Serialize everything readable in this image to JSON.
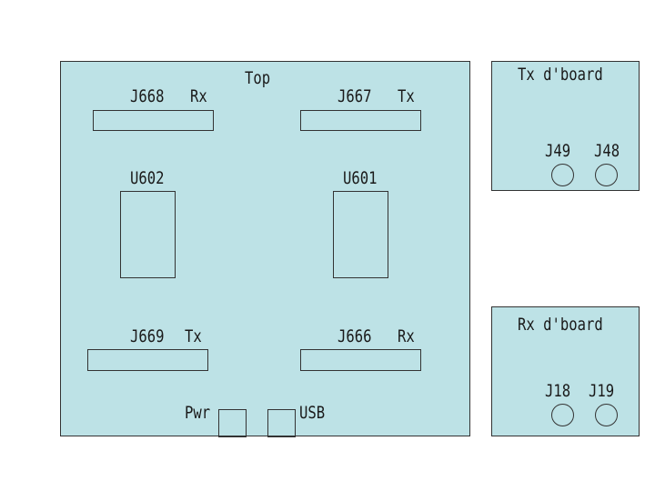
{
  "colors": {
    "board_fill": "#bde2e6",
    "outline": "#333333",
    "text": "#1a1a1a"
  },
  "main_board": {
    "title": "Top",
    "j668": "J668",
    "j668_dir": "Rx",
    "j667": "J667",
    "j667_dir": "Tx",
    "u602": "U602",
    "u601": "U601",
    "j669": "J669",
    "j669_dir": "Tx",
    "j666": "J666",
    "j666_dir": "Rx",
    "pwr": "Pwr",
    "usb": "USB"
  },
  "tx_board": {
    "title": "Tx d'board",
    "j49": "J49",
    "j48": "J48"
  },
  "rx_board": {
    "title": "Rx d'board",
    "j18": "J18",
    "j19": "J19"
  }
}
